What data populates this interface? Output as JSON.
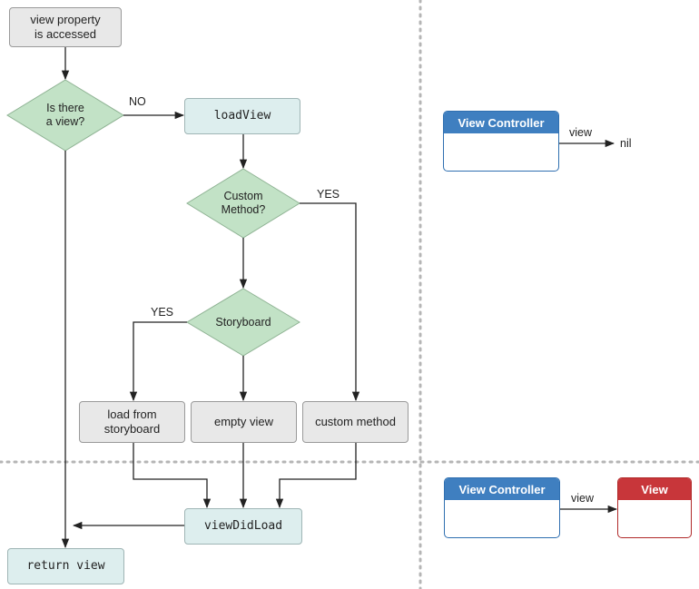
{
  "flowchart": {
    "start": "view property\nis accessed",
    "decision_view": "Is there\na view?",
    "no_label": "NO",
    "load_view": "loadView",
    "decision_custom": "Custom\nMethod?",
    "yes_custom": "YES",
    "decision_storyboard": "Storyboard",
    "yes_storyboard": "YES",
    "load_from_storyboard": "load from\nstoryboard",
    "empty_view": "empty view",
    "custom_method": "custom method",
    "view_did_load": "viewDidLoad",
    "return_view": "return view"
  },
  "state_before": {
    "controller_title": "View Controller",
    "edge_label": "view",
    "target": "nil"
  },
  "state_after": {
    "controller_title": "View Controller",
    "edge_label": "view",
    "view_title": "View"
  },
  "colors": {
    "decision_fill": "#c2e2c6",
    "controller_header": "#3f7fc0",
    "view_header": "#c8363a"
  }
}
